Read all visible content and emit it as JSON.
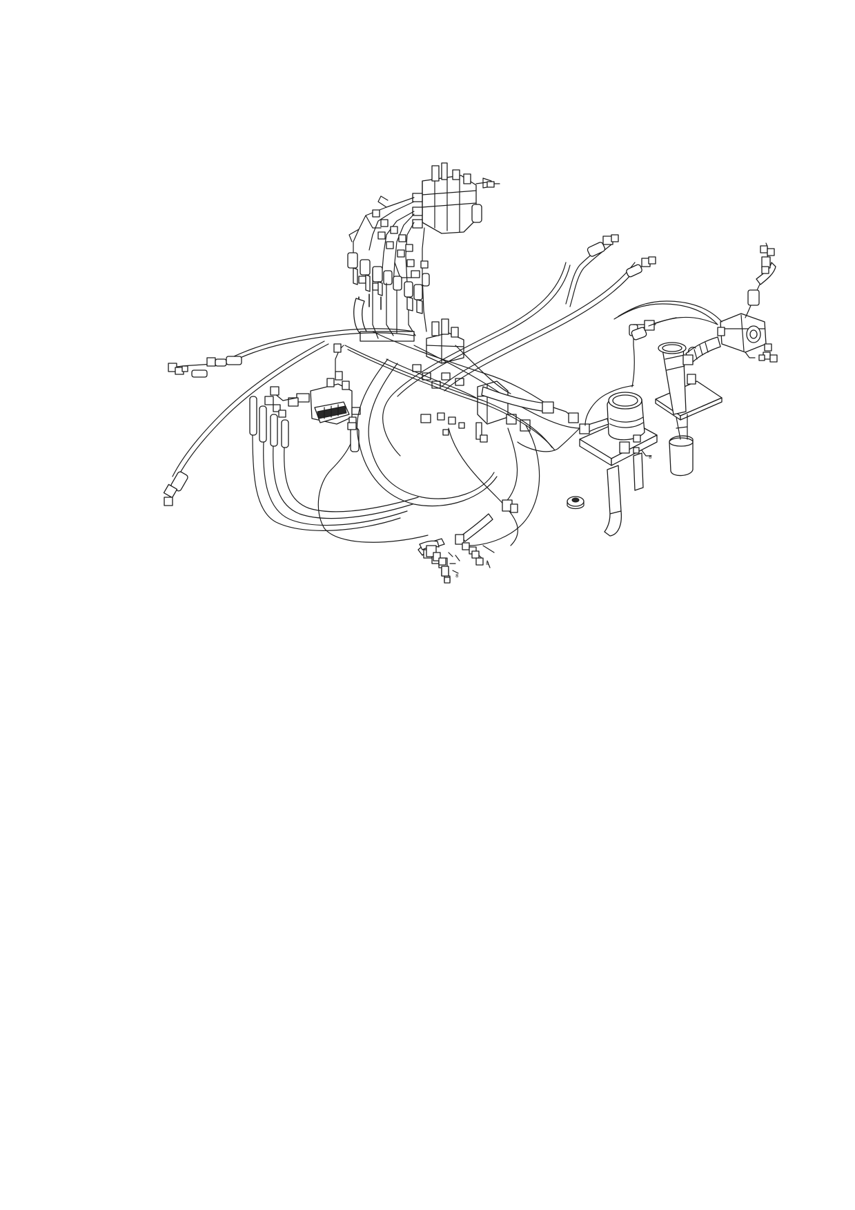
{
  "figure": {
    "callouts": [
      {
        "id": "callout-filter-bracket",
        "text": "8"
      },
      {
        "id": "callout-bottom-left-fitting",
        "text": "8"
      },
      {
        "id": "callout-bottom-center-fitting",
        "text": "8"
      }
    ]
  }
}
